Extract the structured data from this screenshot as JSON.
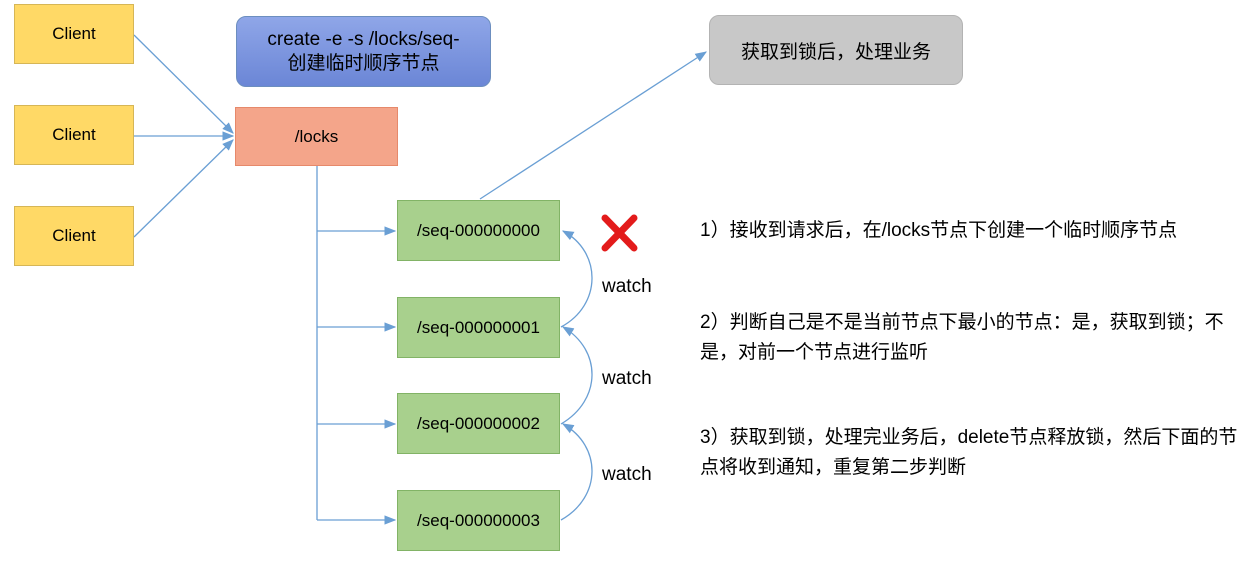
{
  "clients": [
    "Client",
    "Client",
    "Client"
  ],
  "command": {
    "line1": "create -e -s /locks/seq-",
    "line2": "创建临时顺序节点"
  },
  "result": "获取到锁后，处理业务",
  "locks_node": "/locks",
  "seq_nodes": [
    "/seq-000000000",
    "/seq-000000001",
    "/seq-000000002",
    "/seq-000000003"
  ],
  "watch_labels": [
    "watch",
    "watch",
    "watch"
  ],
  "notes": [
    "1）接收到请求后，在/locks节点下创建一个临时顺序节点",
    "2）判断自己是不是当前节点下最小的节点：是，获取到锁；不是，对前一个节点进行监听",
    "3）获取到锁，处理完业务后，delete节点释放锁，然后下面的节点将收到通知，重复第二步判断"
  ],
  "colors": {
    "client": "#ffd966",
    "command": "#7f97e0",
    "result": "#c8c8c8",
    "locks": "#f4a58a",
    "seq": "#a8d08d",
    "arrow": "#6a9fd4",
    "deleted_mark": "#e31b1b"
  }
}
